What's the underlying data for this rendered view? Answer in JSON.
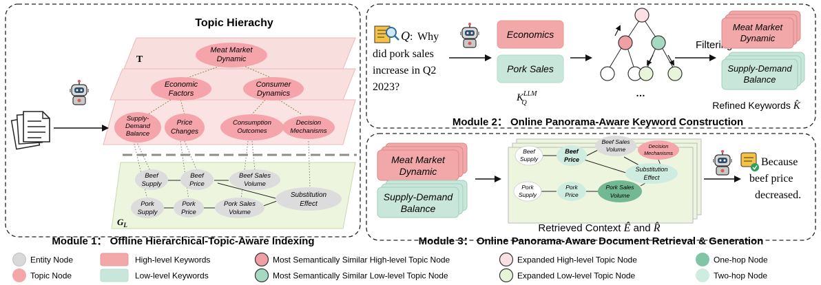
{
  "module1": {
    "title": "Topic Hierachy",
    "tier_label": "T",
    "graph_label": "G",
    "graph_label_sub": "L",
    "caption": "Module 1： Offline Hierarchical-Topic-Aware Indexing",
    "topics": {
      "root": [
        "Meat Market",
        "Dynamic"
      ],
      "level2": [
        [
          "Economic",
          "Factors"
        ],
        [
          "Consumer",
          "Dynamics"
        ]
      ],
      "level3": [
        [
          "Supply-",
          "Demand",
          "Balance"
        ],
        [
          "Price",
          "Changes"
        ],
        [
          "Consumption",
          "Outcomes"
        ],
        [
          "Decision",
          "Mechanisms"
        ]
      ]
    },
    "entities": [
      [
        "Beef",
        "Supply"
      ],
      [
        "Beef",
        "Price"
      ],
      [
        "Beef Sales",
        "Volume"
      ],
      [
        "Pork",
        "Supply"
      ],
      [
        "Pork",
        "Price"
      ],
      [
        "Pork Sales",
        "Volume"
      ],
      [
        "Substitution",
        "Effect"
      ]
    ]
  },
  "module2": {
    "q_mark": "Q",
    "question": [
      "Why",
      "did pork sales",
      "increase in Q2",
      "2023?"
    ],
    "keyword_high": "Economics",
    "keyword_low": "Pork Sales",
    "k_llm": "K",
    "k_llm_sup": "LLM",
    "k_llm_sub": "Q",
    "filtering": "Filtering",
    "refined_high": [
      "Meat Market",
      "Dynamic"
    ],
    "refined_low": [
      "Supply-Demand",
      "Balance"
    ],
    "refined_label": "Refined Keywords",
    "refined_symbol": "K̂",
    "ellipsis": "…",
    "caption": "Module 2： Online Panorama-Aware Keyword Construction"
  },
  "module3": {
    "kw_high": [
      "Meat Market",
      "Dynamic"
    ],
    "kw_low": [
      "Supply-Demand",
      "Balance"
    ],
    "nodes": {
      "beef_supply": [
        "Beef",
        "Supply"
      ],
      "beef_price": [
        "Beef",
        "Price"
      ],
      "beef_sales": [
        "Beef Sales",
        "Volume"
      ],
      "decision": [
        "Decision",
        "Mechanisms"
      ],
      "substitution": [
        "Substitution",
        "Effect"
      ],
      "pork_supply": [
        "Pork",
        "Supply"
      ],
      "pork_price": [
        "Pork",
        "Price"
      ],
      "pork_sales": [
        "Pork Sales",
        "Volume"
      ]
    },
    "answer": [
      "Because",
      "beef price",
      "decreased."
    ],
    "context_label": "Retrieved Context",
    "context_e": "Ê",
    "context_and": "and",
    "context_r": "R̂",
    "caption": "Module 3： Online Panorama-Aware Document Retrieval & Generation"
  },
  "legend": [
    {
      "label": "Entity Node",
      "shape": "circle",
      "color": "#d9d9d9",
      "stroke": "#c0c0c0"
    },
    {
      "label": "High-level Keywords",
      "shape": "rect",
      "color": "#f2a8a8",
      "stroke": "#e79a9a"
    },
    {
      "label": "Most Semantically Similar High-level Topic Node",
      "shape": "circle",
      "color": "#f0a0a4",
      "stroke": "#333333"
    },
    {
      "label": "Expanded High-level Topic Node",
      "shape": "circle",
      "color": "#fbe0e4",
      "stroke": "#333333"
    },
    {
      "label": "One-hop Node",
      "shape": "circle",
      "color": "#7fc5a6",
      "stroke": "#7fc5a6"
    },
    {
      "label": "Topic Node",
      "shape": "circle",
      "color": "#f4a6aa",
      "stroke": "#f4a6aa"
    },
    {
      "label": "Low-level Keywords",
      "shape": "rect",
      "color": "#c8e6da",
      "stroke": "#b4dccb"
    },
    {
      "label": "Most Semantically Similar Low-level Topic Node",
      "shape": "circle",
      "color": "#a6d9c2",
      "stroke": "#333333"
    },
    {
      "label": "Expanded Low-level Topic Node",
      "shape": "circle",
      "color": "#e8f5d8",
      "stroke": "#333333"
    },
    {
      "label": "Two-hop Node",
      "shape": "circle",
      "color": "#cfece0",
      "stroke": "#cfece0"
    }
  ]
}
